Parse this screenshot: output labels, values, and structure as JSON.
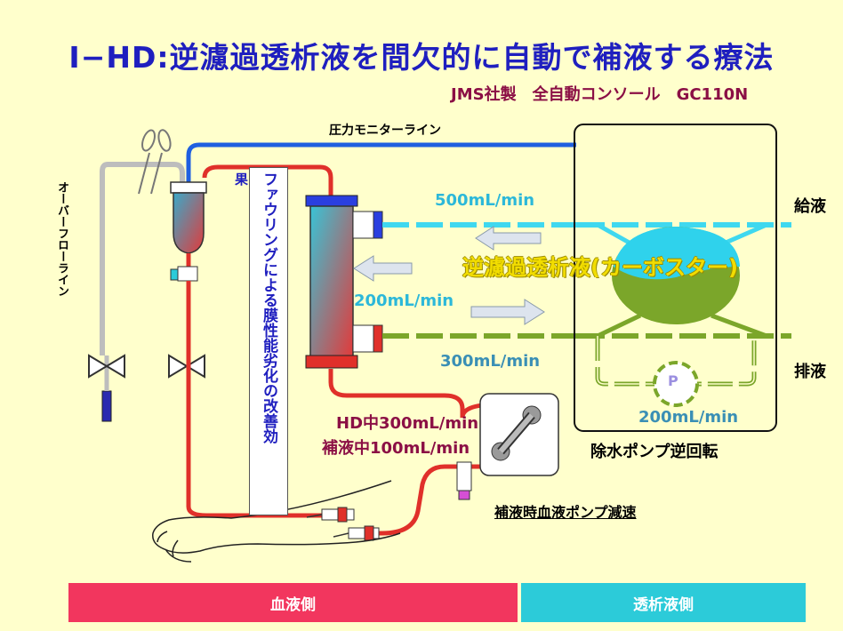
{
  "title": "Ⅰ−HD:逆濾過透析液を間欠的に自動で補液する療法",
  "maker": "JMS社製　全自動コンソール　GC110N",
  "labels": {
    "pressure_line": "圧力モニターライン",
    "overflow_line": "オーバーフローライン",
    "fouling_text": "ファウリングによる膜性能劣化の改善効",
    "fouling_extra": "果",
    "flow_500": "500mL/min",
    "flow_200": "200mL/min",
    "flow_300": "300mL/min",
    "flow_pump_200": "200mL/min",
    "hd_flow": "HD中300mL/min",
    "sub_flow": "補液中100mL/min",
    "supply": "給液",
    "drain": "排液",
    "fluid": "逆濾過透析液(カーボスター)",
    "pump_p": "P",
    "removal_pump": "除水ポンプ逆回転",
    "blood_pump_slow": "補液時血液ポンプ減速"
  },
  "bars": {
    "blood_side": "血液側",
    "dialysate_side": "透析液側"
  },
  "colors": {
    "background": "#FFFFCC",
    "title": "#1F1FBF",
    "blood_line": "#E0302A",
    "pressure_line": "#1F5FE0",
    "dialysate_supply": "#3FD8EF",
    "dialysate_drain": "#7BA62A",
    "fluid_text": "#F2DD00"
  }
}
